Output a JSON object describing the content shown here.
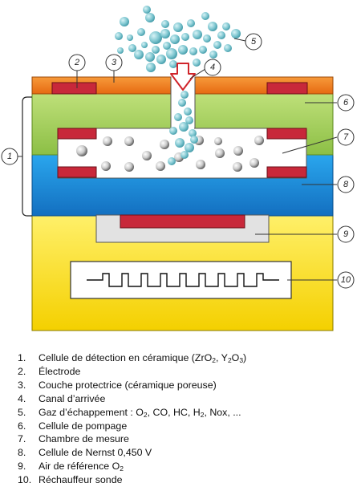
{
  "callouts": [
    "1",
    "2",
    "3",
    "4",
    "5",
    "6",
    "7",
    "8",
    "9",
    "10"
  ],
  "legend": [
    {
      "num": "1.",
      "parts": [
        {
          "t": "Cellule de détection en céramique (ZrO"
        },
        {
          "sub": "2"
        },
        {
          "t": ", Y"
        },
        {
          "sub": "2"
        },
        {
          "t": "O"
        },
        {
          "sub": "3"
        },
        {
          "t": ")"
        }
      ]
    },
    {
      "num": "2.",
      "parts": [
        {
          "t": "Électrode"
        }
      ]
    },
    {
      "num": "3.",
      "parts": [
        {
          "t": "Couche protectrice (céramique poreuse)"
        }
      ]
    },
    {
      "num": "4.",
      "parts": [
        {
          "t": "Canal d’arrivée"
        }
      ]
    },
    {
      "num": "5.",
      "parts": [
        {
          "t": "Gaz d’échappement : O"
        },
        {
          "sub": "2"
        },
        {
          "t": ", CO, HC, H"
        },
        {
          "sub": "2"
        },
        {
          "t": ", Nox, ..."
        }
      ]
    },
    {
      "num": "6.",
      "parts": [
        {
          "t": "Cellule de pompage"
        }
      ]
    },
    {
      "num": "7.",
      "parts": [
        {
          "t": "Chambre de mesure"
        }
      ]
    },
    {
      "num": "8.",
      "parts": [
        {
          "t": "Cellule de Nernst 0,450 V"
        }
      ]
    },
    {
      "num": "9.",
      "parts": [
        {
          "t": "Air de référence O"
        },
        {
          "sub": "2"
        }
      ]
    },
    {
      "num": "10.",
      "parts": [
        {
          "t": "Réchauffeur sonde"
        }
      ]
    }
  ],
  "colors": {
    "protective_layer": "#f07a1e",
    "electrode": "#c8283a",
    "pumping_cell": "#a6cc55",
    "nernst_cell": "#1c8fd8",
    "heater_block": "#f5d400",
    "gas_bubble": "#7ec6d0",
    "arrow": "#ffffff",
    "arrow_outline": "#d0252b"
  }
}
